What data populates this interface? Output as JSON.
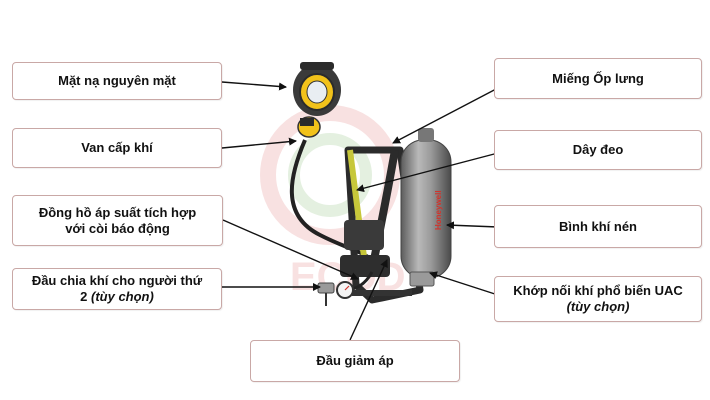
{
  "labels": {
    "mask": "Mặt nạ nguyên mặt",
    "valve": "Van cấp khí",
    "gauge_line1": "Đồng hồ áp suất  tích hợp",
    "gauge_line2": "với còi báo động",
    "splitter_line1": "Đầu chia khí cho người thứ",
    "splitter_line2_prefix": "2 ",
    "splitter_line2_italic": "(tùy chọn)",
    "backplate": "Miếng Ốp lưng",
    "strap": "Dây đeo",
    "cylinder": "Bình khí nén",
    "coupling_line1": "Khớp nối khí phổ biến UAC",
    "coupling_line2_italic": "(tùy chọn)",
    "reducer": "Đầu giảm áp"
  },
  "cylinder_brand": "Honeywell",
  "watermark_text": "ECOD",
  "colors": {
    "box_border": "#c9a8a6",
    "arrow": "#111111",
    "mask_yellow": "#f2c21a",
    "harness_dark": "#2b2b2b",
    "cylinder_gray": "#8a8a8a",
    "brand_red": "#d0342c",
    "watermark_red": "#f3c9c9",
    "watermark_green": "#cfe5c8"
  },
  "icons": [
    "full-face-mask-icon",
    "breathing-apparatus-icon",
    "pressure-gauge-icon"
  ]
}
